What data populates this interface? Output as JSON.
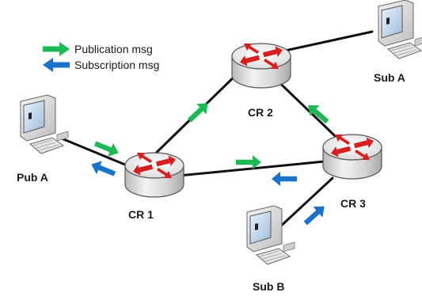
{
  "legend": {
    "publication": {
      "label": "Publication msg",
      "color": "#1db954",
      "icon": "green-arrow-icon"
    },
    "subscription": {
      "label": "Subscription msg",
      "color": "#1a73c8",
      "icon": "blue-arrow-icon"
    }
  },
  "nodes": {
    "cr1": {
      "label": "CR 1",
      "icon": "router-icon"
    },
    "cr2": {
      "label": "CR 2",
      "icon": "router-icon"
    },
    "cr3": {
      "label": "CR 3",
      "icon": "router-icon"
    },
    "pub_a": {
      "label": "Pub A",
      "icon": "computer-icon"
    },
    "sub_a": {
      "label": "Sub A",
      "icon": "computer-icon"
    },
    "sub_b": {
      "label": "Sub B",
      "icon": "computer-icon"
    }
  },
  "links": [
    {
      "from": "Pub A",
      "to": "CR 1"
    },
    {
      "from": "CR 1",
      "to": "CR 2"
    },
    {
      "from": "CR 1",
      "to": "CR 3"
    },
    {
      "from": "CR 2",
      "to": "CR 3"
    },
    {
      "from": "CR 2",
      "to": "Sub A"
    },
    {
      "from": "CR 3",
      "to": "Sub B"
    }
  ],
  "messages": [
    {
      "type": "publication",
      "from": "Pub A",
      "to": "CR 1"
    },
    {
      "type": "subscription",
      "from": "CR 1",
      "to": "Pub A"
    },
    {
      "type": "publication",
      "from": "CR 1",
      "to": "CR 2"
    },
    {
      "type": "publication",
      "from": "CR 1",
      "to": "CR 3"
    },
    {
      "type": "subscription",
      "from": "CR 3",
      "to": "CR 1"
    },
    {
      "type": "publication",
      "from": "CR 3",
      "to": "CR 2"
    },
    {
      "type": "subscription",
      "from": "Sub B",
      "to": "CR 3"
    }
  ]
}
